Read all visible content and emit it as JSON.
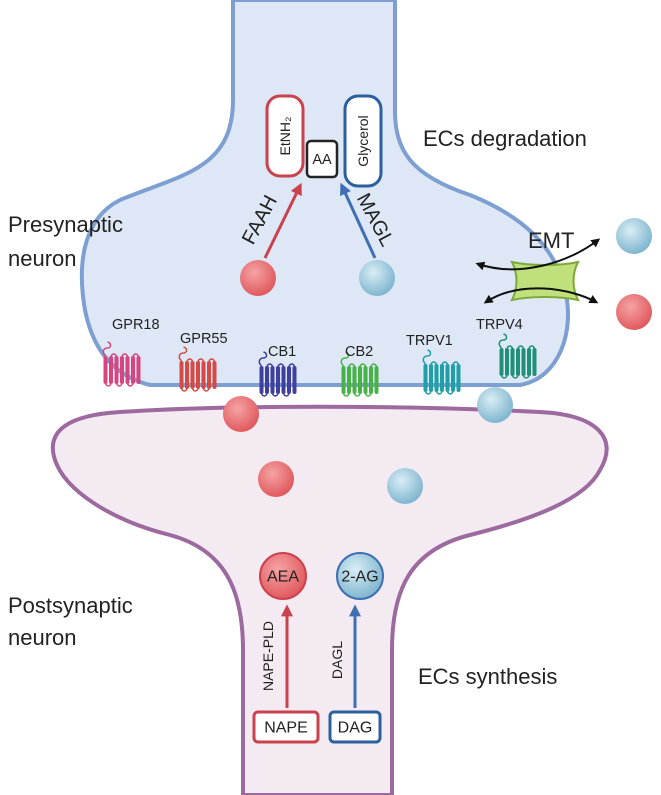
{
  "labels": {
    "presynaptic": [
      "Presynaptic",
      "neuron"
    ],
    "postsynaptic": [
      "Postsynaptic",
      "neuron"
    ],
    "degradation": "ECs degradation",
    "synthesis": "ECs synthesis",
    "emt": "EMT"
  },
  "degradation": {
    "faah": "FAAH",
    "magl": "MAGL",
    "etnh2": "EtNH₂",
    "aa": "AA",
    "glycerol": "Glycerol"
  },
  "synthesis": {
    "nape_pld": "NAPE-PLD",
    "dagl": "DAGL",
    "nape": "NAPE",
    "dag": "DAG",
    "aea": "AEA",
    "two_ag": "2-AG"
  },
  "receptors": [
    {
      "name": "GPR18",
      "color": "#d6457f"
    },
    {
      "name": "GPR55",
      "color": "#d64a45"
    },
    {
      "name": "CB1",
      "color": "#3f3fa0"
    },
    {
      "name": "CB2",
      "color": "#47b347"
    },
    {
      "name": "TRPV1",
      "color": "#1f9fa8"
    },
    {
      "name": "TRPV4",
      "color": "#1f8f78"
    }
  ],
  "colors": {
    "pre_fill": "#dde7f5",
    "pre_stroke": "#7d9fd1",
    "post_fill": "#f4eaf2",
    "post_stroke": "#9c6a9e",
    "red_molecule": "#e8676a",
    "blue_molecule": "#8fc3d8",
    "emt_fill": "#bfe07a",
    "red_box": "#c9424e",
    "blue_box": "#2c5f9e",
    "red_arrow": "#c9424e",
    "blue_arrow": "#3f6fb3"
  }
}
